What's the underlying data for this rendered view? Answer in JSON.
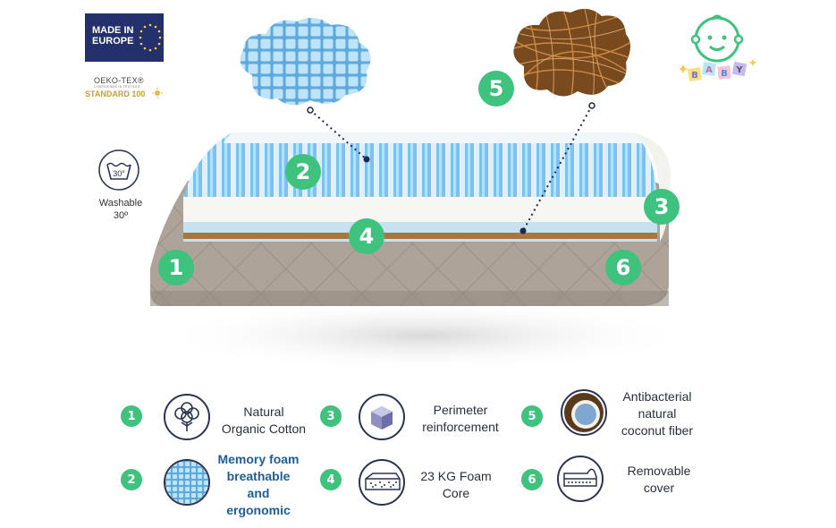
{
  "badges": {
    "made_in": "MADE IN\nEUROPE",
    "oeko_title": "OEKO-TEX®",
    "oeko_sub": "CONFIDENCE IN TEXTILES",
    "oeko_std": "STANDARD 100",
    "washable": "Washable\n30º",
    "wash_temp": "30°",
    "baby_letters": [
      "B",
      "A",
      "B",
      "Y"
    ]
  },
  "callouts": [
    "1",
    "2",
    "3",
    "4",
    "5",
    "6"
  ],
  "features": [
    {
      "num": "1",
      "label": "Natural\nOrganic Cotton",
      "icon": "cotton-plant-icon"
    },
    {
      "num": "2",
      "label": "Memory foam\nbreathable\nand\nergonomic",
      "icon": "memory-foam-icon"
    },
    {
      "num": "3",
      "label": "Perimeter\nreinforcement",
      "icon": "cube-icon"
    },
    {
      "num": "4",
      "label": "23 KG Foam\nCore",
      "icon": "foam-core-icon"
    },
    {
      "num": "5",
      "label": "Antibacterial\nnatural\ncoconut fiber",
      "icon": "coconut-icon"
    },
    {
      "num": "6",
      "label": "Removable\ncover",
      "icon": "mattress-cover-icon"
    }
  ],
  "colors": {
    "accent_green": "#3ec27d",
    "navy": "#24306b",
    "foam_blue": "#6fb8e8",
    "cover_gray": "#a79e94",
    "feature_blue": "#1c5e9a"
  }
}
